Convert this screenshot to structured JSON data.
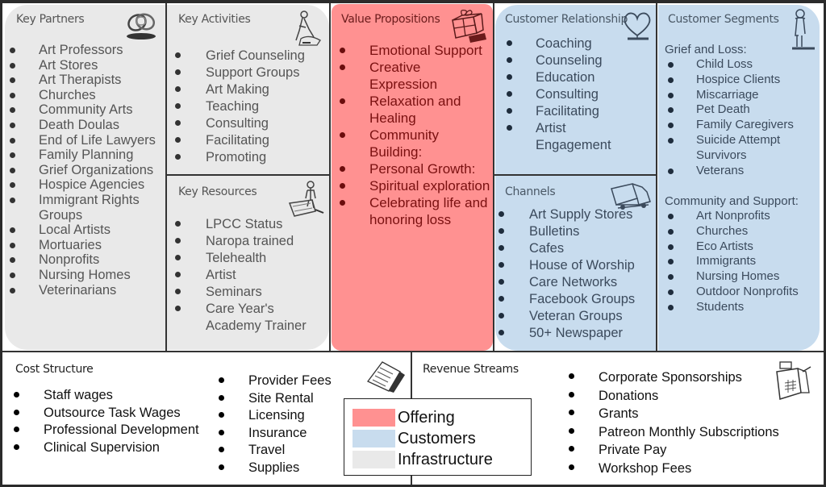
{
  "colors": {
    "offering": "#ff9191",
    "customers": "#c8dcee",
    "infrastructure": "#e9e9e9"
  },
  "key_partners": {
    "title": "Key Partners",
    "icon": "chain-links-icon",
    "items": [
      "Art Professors",
      "Art Stores",
      "Art Therapists",
      "Churches",
      "Community Arts",
      "Death Doulas",
      "End of Life Lawyers",
      "Family Planning",
      "Grief Organizations",
      "Hospice Agencies",
      "Immigrant Rights Groups",
      "Local Artists",
      "Mortuaries",
      "Nonprofits",
      "Nursing Homes",
      "Veterinarians"
    ]
  },
  "key_activities": {
    "title": "Key Activities",
    "icon": "worker-icon",
    "items": [
      "Grief Counseling",
      "Support Groups",
      "Art Making",
      "Teaching",
      "Consulting",
      "Facilitating",
      "Promoting"
    ]
  },
  "key_resources": {
    "title": "Key Resources",
    "icon": "worker-with-cart-icon",
    "items": [
      "LPCC Status",
      "Naropa trained",
      "Telehealth",
      "Artist",
      "Seminars",
      "Care Year's Academy Trainer"
    ]
  },
  "value_propositions": {
    "title": "Value Propositions",
    "icon": "gift-icon",
    "items": [
      "Emotional Support",
      "Creative Expression",
      "Relaxation and Healing",
      "Community Building:",
      "Personal Growth:",
      "Spiritual exploration",
      "Celebrating life and honoring loss"
    ]
  },
  "customer_relationships": {
    "title": "Customer Relationship",
    "icon": "heart-icon",
    "items": [
      "Coaching",
      "Counseling",
      "Education",
      "Consulting",
      "Facilitating",
      "Artist Engagement"
    ]
  },
  "channels": {
    "title": "Channels",
    "icon": "truck-icon",
    "items": [
      "Art Supply Stores",
      "Bulletins",
      "Cafes",
      "House of Worship",
      "Care Networks",
      "Facebook Groups",
      "Veteran Groups",
      "50+ Newspaper"
    ]
  },
  "customer_segments": {
    "title": "Customer Segments",
    "icon": "person-icon",
    "group1": {
      "heading": "Grief and Loss:",
      "items": [
        "Child Loss",
        "Hospice Clients",
        "Miscarriage",
        "Pet Death",
        "Family Caregivers",
        "Suicide Attempt Survivors",
        "Veterans"
      ]
    },
    "group2": {
      "heading": "Community and Support:",
      "items": [
        "Art Nonprofits",
        "Churches",
        "Eco Artists",
        "Immigrants",
        "Nursing Homes",
        "Outdoor Nonprofits",
        "Students"
      ]
    }
  },
  "cost_structure": {
    "title": "Cost Structure",
    "icon": "document-icon",
    "items_left": [
      "Staff wages",
      "Outsource Task Wages",
      "Professional Development",
      "Clinical Supervision"
    ],
    "items_right": [
      "Provider Fees",
      "Site Rental",
      "Licensing",
      "Insurance",
      "Travel",
      "Supplies"
    ]
  },
  "revenue_streams": {
    "title": "Revenue Streams",
    "icon": "cash-register-icon",
    "items": [
      "Corporate Sponsorships",
      "Donations",
      "Grants",
      "Patreon Monthly Subscriptions",
      "Private Pay",
      "Workshop Fees"
    ]
  },
  "legend": {
    "items": [
      {
        "label": "Offering",
        "color": "#ff9191"
      },
      {
        "label": "Customers",
        "color": "#c8dcee"
      },
      {
        "label": "Infrastructure",
        "color": "#e9e9e9"
      }
    ]
  }
}
